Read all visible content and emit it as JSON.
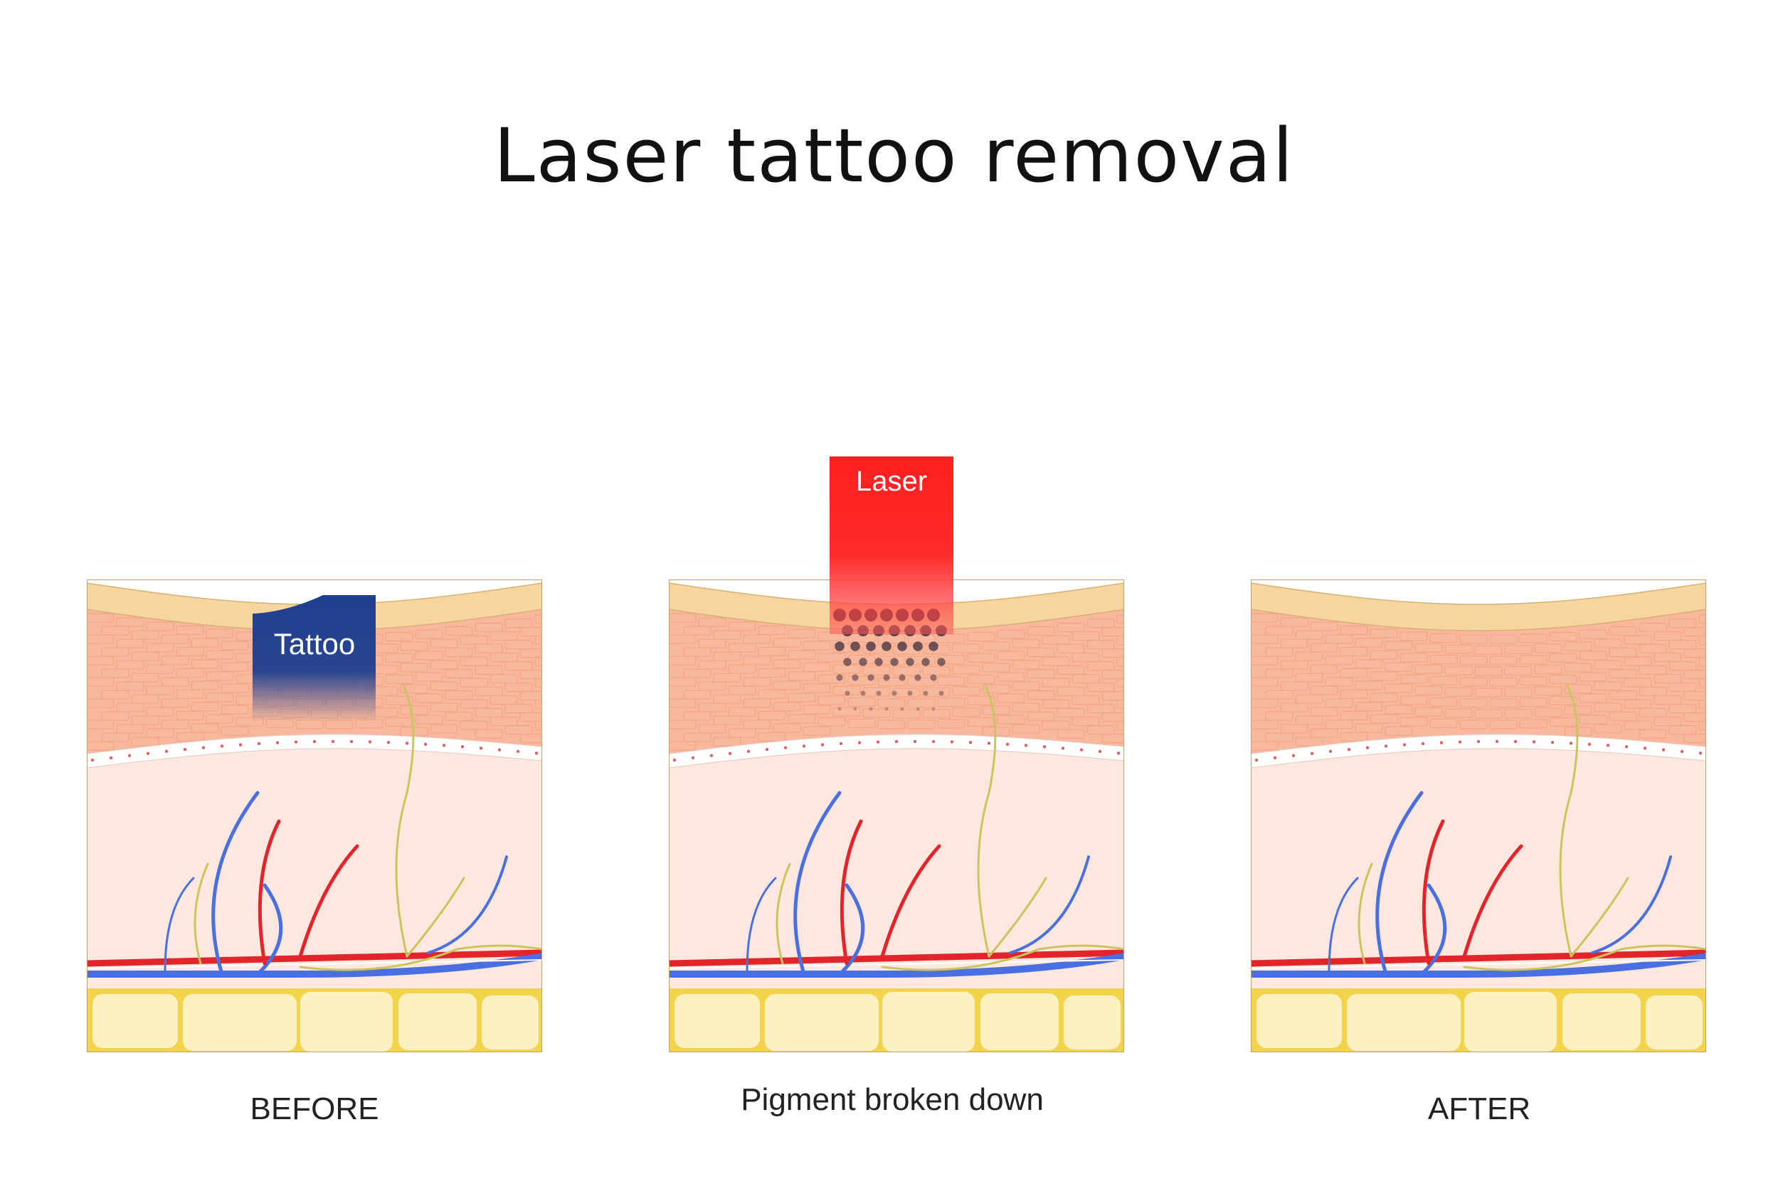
{
  "title": "Laser tattoo removal",
  "labels": {
    "tattoo": "Tattoo",
    "laser": "Laser"
  },
  "captions": {
    "before": "BEFORE",
    "middle": "Pigment broken down",
    "after": "AFTER"
  },
  "colors": {
    "stratum_corneum": "#f6d59f",
    "epidermis": "#f7b89d",
    "dermis": "#fde8df",
    "fat": "#fdf0c3",
    "fat_outline": "#f2d34a",
    "tattoo_ink": "#1f3f8f",
    "laser": "#ff1f1f",
    "artery": "#e3242b",
    "vein": "#4a6fe0",
    "nerve": "#c9c55a",
    "pigment": "#3a2a3a"
  }
}
